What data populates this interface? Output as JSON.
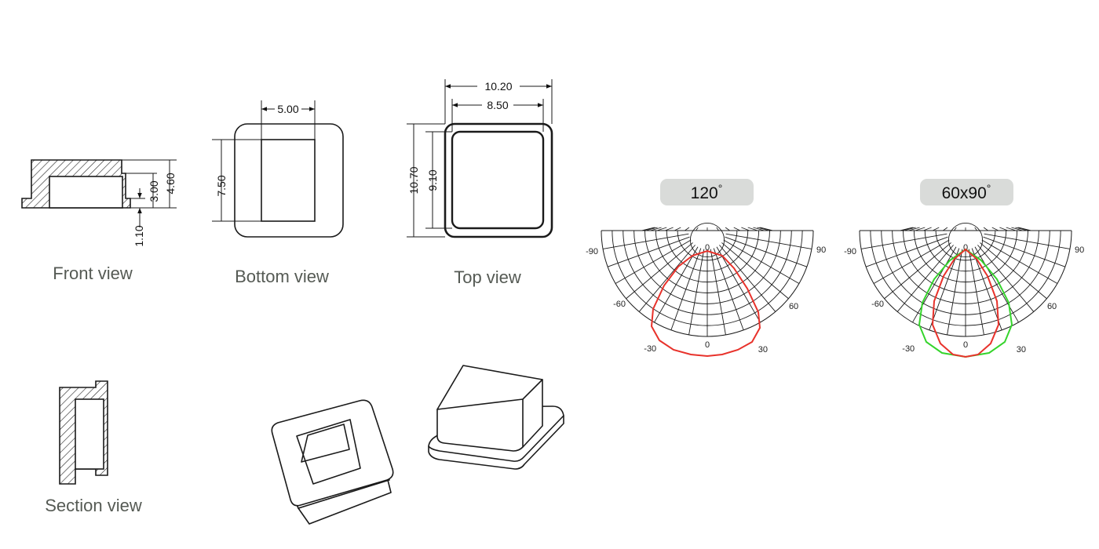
{
  "views": {
    "front": {
      "label": "Front view",
      "dims": {
        "height_overall": "4.60",
        "height_inner": "3.00",
        "flange": "1.10"
      }
    },
    "bottom": {
      "label": "Bottom view",
      "dims": {
        "width": "5.00",
        "height": "7.50"
      }
    },
    "top": {
      "label": "Top view",
      "dims": {
        "outer_width": "10.20",
        "inner_width": "8.50",
        "outer_height": "10.70",
        "inner_height": "9.10"
      }
    },
    "section": {
      "label": "Section view"
    }
  },
  "beam_patterns": [
    {
      "label": "120",
      "degree": "°",
      "curves": [
        {
          "color": "#e8322b"
        }
      ]
    },
    {
      "label": "60x90",
      "degree": "°",
      "curves": [
        {
          "color": "#e8322b"
        },
        {
          "color": "#35d42c"
        }
      ]
    }
  ],
  "polar_ticks": {
    "left": "-90",
    "right": "90",
    "left_mid": "-60",
    "right_mid": "60",
    "left_low": "-30",
    "right_low": "30",
    "bottom": "0",
    "top": "0"
  },
  "colors": {
    "line": "#1a1a1a",
    "pill_bg": "#d9dbd9",
    "label": "#555a54",
    "red": "#e8322b",
    "green": "#35d42c"
  }
}
